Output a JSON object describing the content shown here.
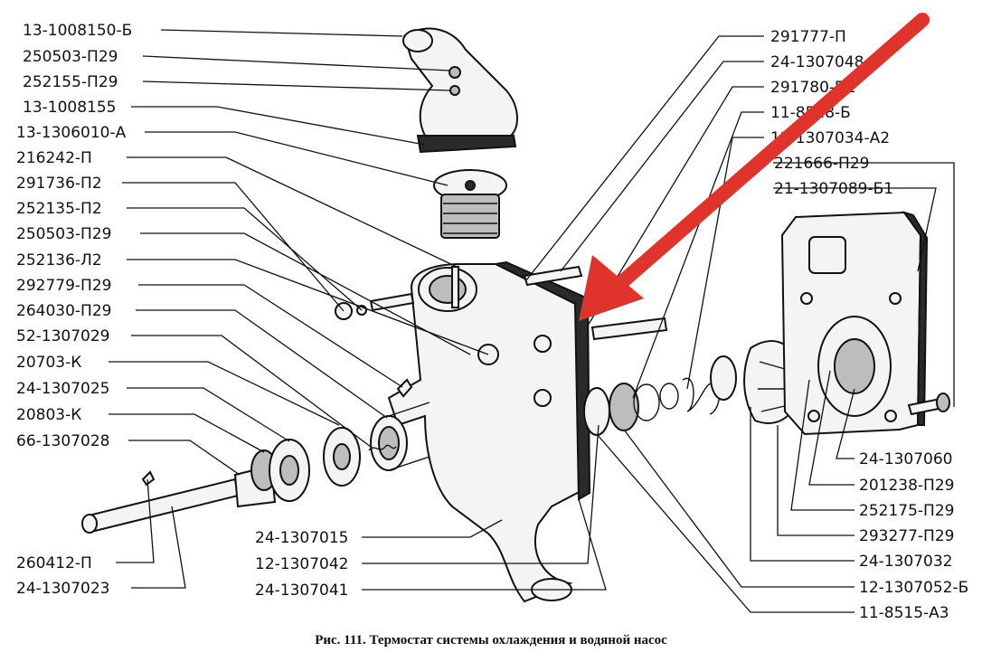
{
  "caption": "Рис. 111. Термостат системы охлаждения и водяной насос",
  "labels_left": [
    "13-1008150-Б",
    "250503-П29",
    "252155-П29",
    "13-1008155",
    "13-1306010-А",
    "216242-П",
    "291736-П2",
    "252135-П2",
    "250503-П29",
    "252136-Л2",
    "292779-П29",
    "264030-П29",
    "52-1307029",
    "20703-К",
    "24-1307025",
    "20803-К",
    "66-1307028"
  ],
  "labels_right_top": [
    "291777-П",
    "24-1307048",
    "291780-П2",
    "11-8528-Б",
    "12-1307034-А2",
    "221666-П29",
    "21-1307089-Б1"
  ],
  "labels_right_bottom": [
    "24-1307060",
    "201238-П29",
    "252175-П29",
    "293277-П29",
    "24-1307032",
    "12-1307052-Б",
    "11-8515-А3"
  ],
  "labels_bottom_left": [
    "260412-П",
    "24-1307023"
  ],
  "labels_bottom_center": [
    "24-1307015",
    "12-1307042",
    "24-1307041"
  ],
  "colors": {
    "arrow": "#e0332b",
    "ink": "#111111"
  },
  "icons": {
    "pointer": "red-arrow-icon"
  }
}
